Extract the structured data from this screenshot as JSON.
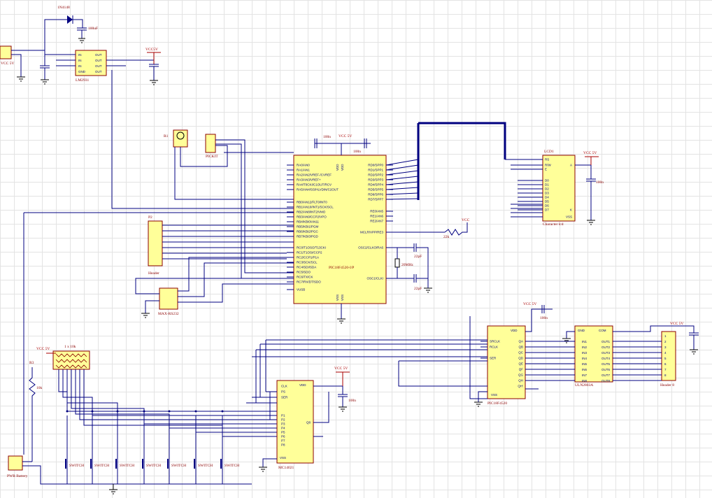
{
  "colors": {
    "component_fill": "#ffff99",
    "component_border": "#8b0000",
    "wire": "#000080",
    "power": "#aa0000",
    "grid": "#e3e3e3"
  },
  "labels": {
    "d1": "1N4148",
    "c1_val": "100uF",
    "vcc_left": "VCC 5V",
    "vr_part": "LM2931",
    "vccin": "VCC5V",
    "mcu_part": "PIC18F4520-I/P",
    "lcd_part": "Character lcd",
    "sr_part": "PIC18F4520",
    "drv_part": "ULN2803A",
    "hdr_part": "Header 8",
    "mux_part": "MC14021",
    "conn_pwr": "PWR Battery",
    "vcc_sw": "VCC 5V",
    "resnet": "1 x 10k",
    "pickit": "PICKIT",
    "c7": "100n",
    "c8": "100n",
    "c2": "22pF",
    "c3": "22pF",
    "xtal": "20MHz",
    "r2": "22k",
    "r_left": "10k",
    "mclr": "VCC",
    "rs232": "MAX-RS232",
    "c6": "100n",
    "c9": "100n",
    "c10": "100n",
    "sw_label": "SWITCH"
  },
  "mcu_left_pins": [
    "RA0/AN0",
    "RA1/AN1",
    "RA2/AN2/VREF-/CVREF",
    "RA3/AN3/VREF+",
    "RA4/T0CKI/C1OUT/RCV",
    "RA5/AN4/SS/HLVDIN/C2OUT",
    "RB0/AN12/FLT0/INT0",
    "RB1/AN10/INT1/SCK/SCL",
    "RB2/AN8/INT2/VMO",
    "RB3/AN9/CCP2/VPO",
    "RB4/KBI0/AN11",
    "RB5/KBI1/PGM",
    "RB6/KBI2/PGC",
    "RB7/KBI3/PGD",
    "RC0/T1OSO/T13CKI",
    "RC1/T1OSI/CCP2",
    "RC2/CCP1/P1A",
    "RC3/SCK/SCL",
    "RC4/SDI/SDA",
    "RC5/SDO",
    "RC6/TX/CK",
    "RC7/RX/DT/SDO",
    "VUSB"
  ],
  "mcu_right_pins": [
    "RD0/SPP0",
    "RD1/SPP1",
    "RD2/SPP2",
    "RD3/SPP3",
    "RD4/SPP4",
    "RD5/SPP5",
    "RD6/SPP6",
    "RD7/SPP7",
    "RE0/AN5",
    "RE1/AN6",
    "RE2/AN7",
    "MCLR/VPP/RE3",
    "OSC2/CLKO/RA6",
    "OSC1/CLKI"
  ],
  "lcd_pins": [
    "RS",
    "R/W",
    "E",
    "D0",
    "D1",
    "D2",
    "D3",
    "D4",
    "D5",
    "D6",
    "D7",
    "A",
    "K",
    "VSS"
  ],
  "drv_in": [
    "IN1",
    "IN2",
    "IN3",
    "IN4",
    "IN5",
    "IN6",
    "IN7",
    "IN8"
  ],
  "drv_out": [
    "OUT1",
    "OUT2",
    "OUT3",
    "OUT4",
    "OUT5",
    "OUT6",
    "OUT7",
    "OUT8"
  ],
  "sr_pins": [
    "SRCLK",
    "RCLK",
    "SER",
    "QA",
    "QB",
    "QC",
    "QD",
    "QE",
    "QF",
    "QG",
    "QH",
    "QH'"
  ],
  "mux_pins": [
    "P1",
    "P2",
    "P3",
    "P4",
    "P5",
    "P6",
    "P7",
    "P8",
    "CLK",
    "PS",
    "SER",
    "Q8"
  ],
  "hdr_pins": [
    "1",
    "2",
    "3",
    "4",
    "5",
    "6",
    "7",
    "8"
  ],
  "sw_count": 7
}
